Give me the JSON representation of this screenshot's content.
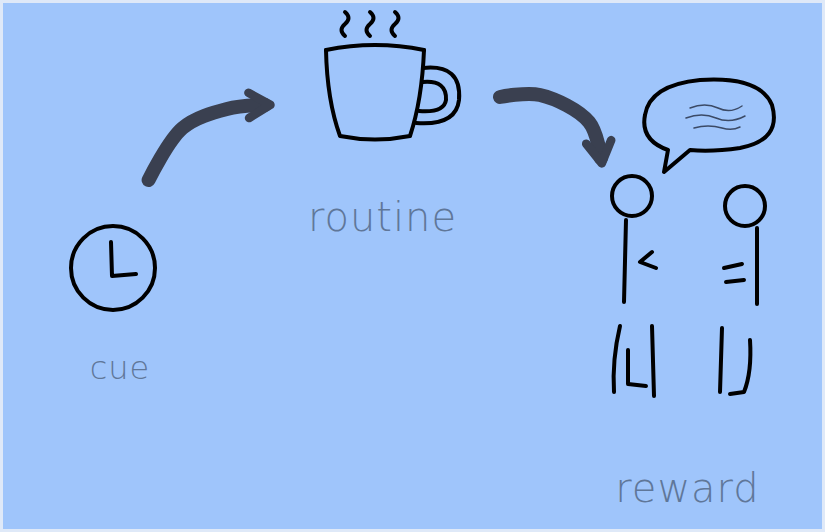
{
  "diagram": {
    "nodes": [
      {
        "text": [
          "cue"
        ]
      },
      {
        "text": [
          "routine"
        ]
      },
      {
        "text": [
          "reward"
        ]
      }
    ],
    "edges": [
      {
        "from": 0,
        "to": 1,
        "arrow": "to"
      },
      {
        "from": 1,
        "to": 2,
        "arrow": "to"
      }
    ]
  }
}
